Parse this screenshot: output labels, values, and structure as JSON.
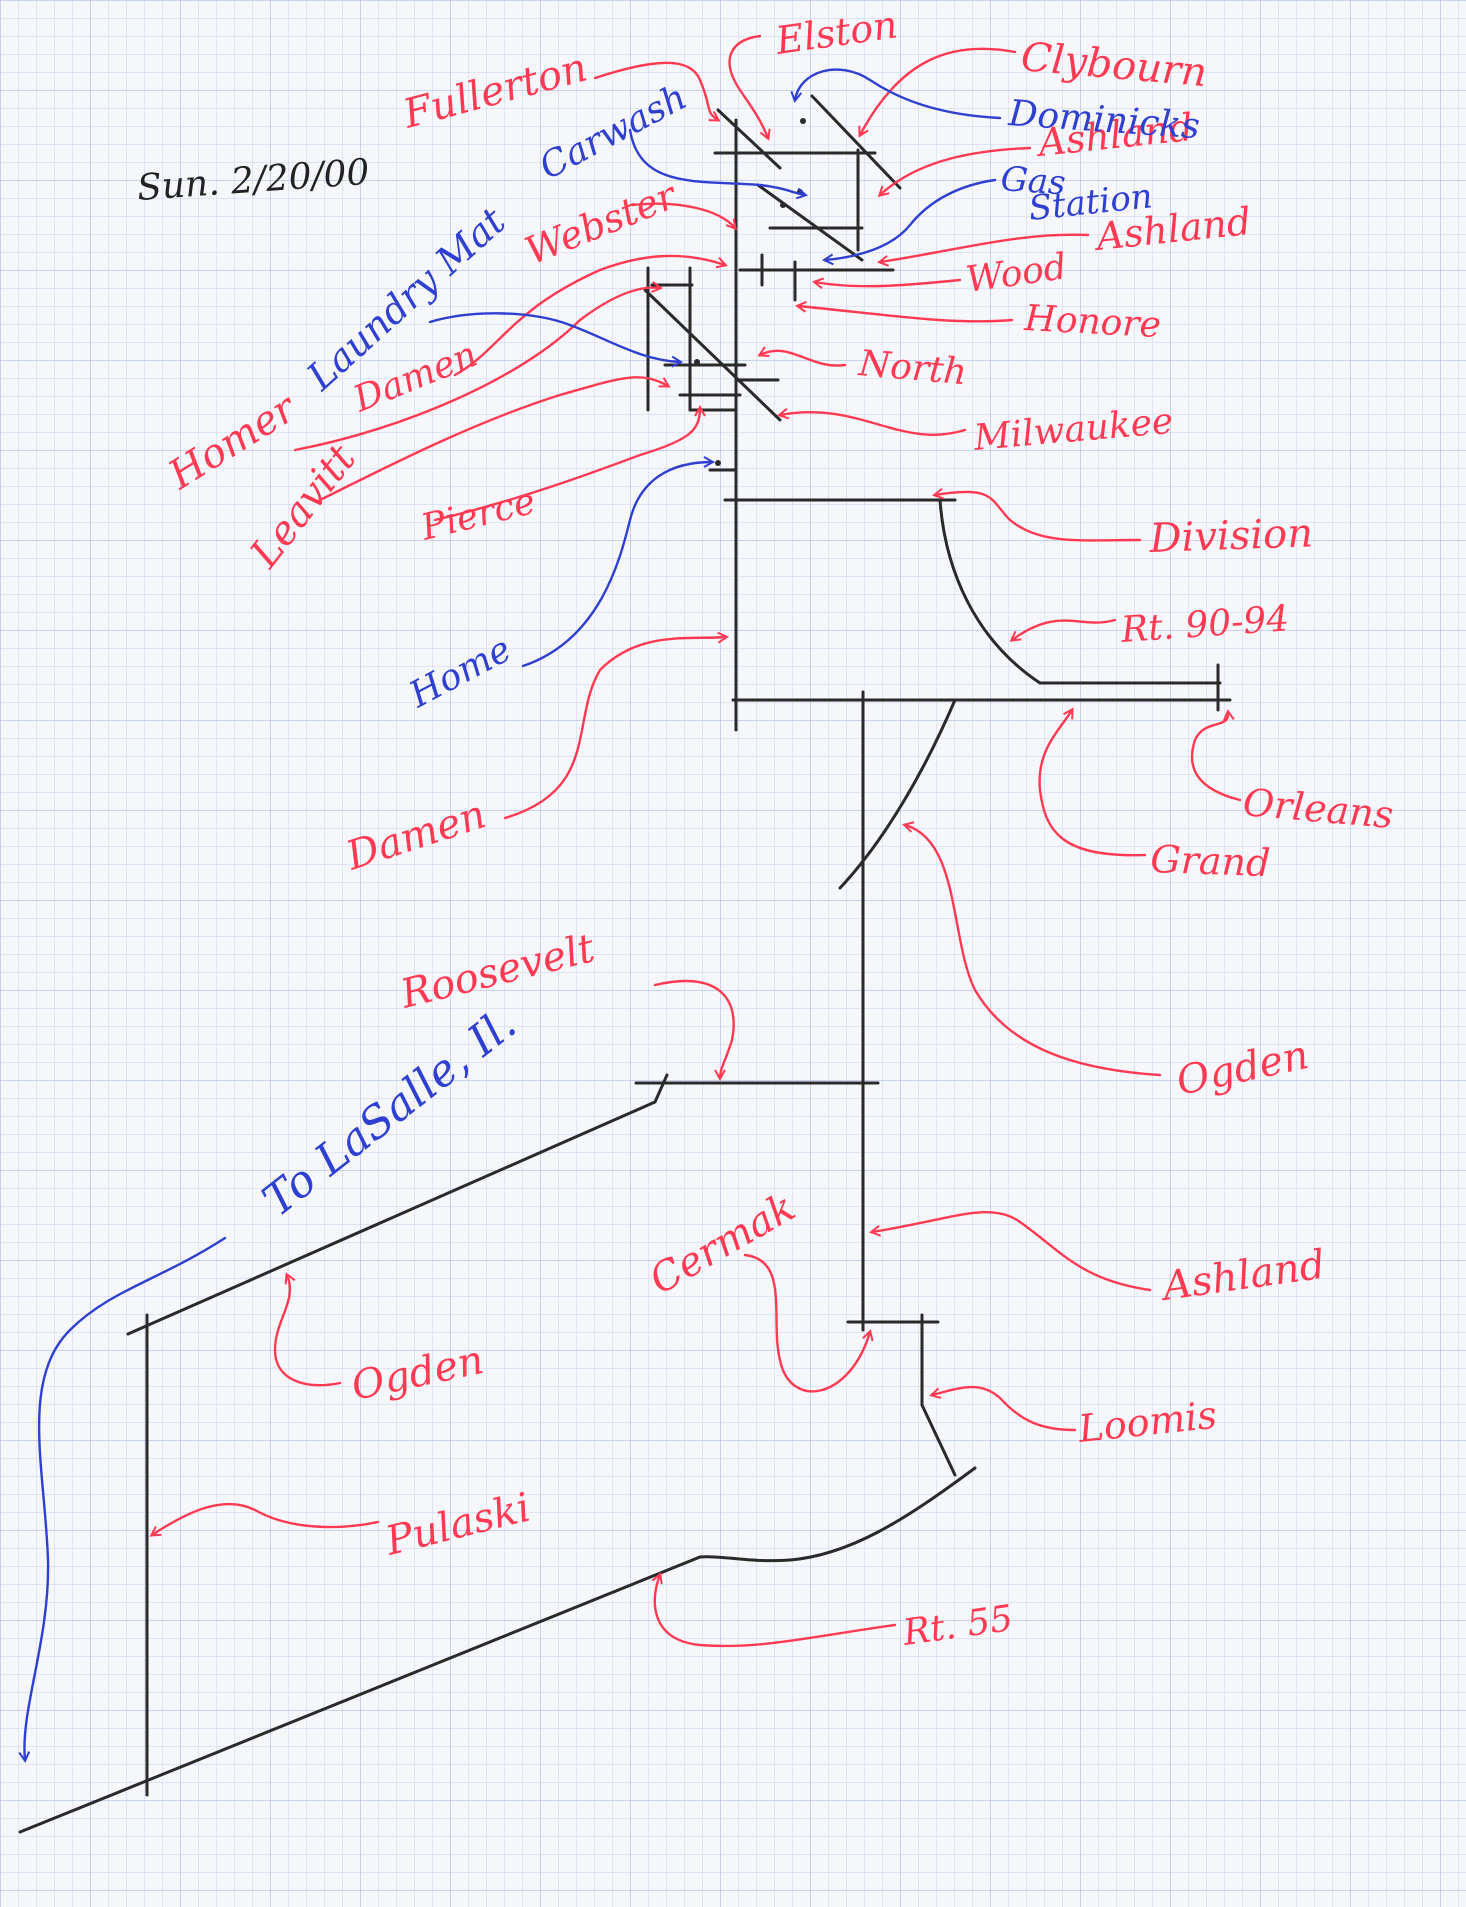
{
  "colors": {
    "paper": "#f6f7fb",
    "grid": "#b9c4e6",
    "road": "#2a2a2a",
    "note": "#ff3a52",
    "place": "#2f3fd0",
    "date": "#222222"
  },
  "date_note": "Sun. 2/20/00",
  "streets": [
    {
      "id": "fullerton",
      "text": "Fullerton"
    },
    {
      "id": "elston",
      "text": "Elston"
    },
    {
      "id": "clybourn",
      "text": "Clybourn"
    },
    {
      "id": "ashland-top",
      "text": "Ashland"
    },
    {
      "id": "ashland-mid",
      "text": "Ashland"
    },
    {
      "id": "webster",
      "text": "Webster"
    },
    {
      "id": "wood",
      "text": "Wood"
    },
    {
      "id": "honore",
      "text": "Honore"
    },
    {
      "id": "north",
      "text": "North"
    },
    {
      "id": "damen-top",
      "text": "Damen"
    },
    {
      "id": "homer",
      "text": "Homer"
    },
    {
      "id": "milwaukee",
      "text": "Milwaukee"
    },
    {
      "id": "leavitt",
      "text": "Leavitt"
    },
    {
      "id": "pierce",
      "text": "Pierce"
    },
    {
      "id": "division",
      "text": "Division"
    },
    {
      "id": "rt-90-94",
      "text": "Rt. 90-94"
    },
    {
      "id": "damen",
      "text": "Damen"
    },
    {
      "id": "orleans",
      "text": "Orleans"
    },
    {
      "id": "grand",
      "text": "Grand"
    },
    {
      "id": "roosevelt",
      "text": "Roosevelt"
    },
    {
      "id": "ogden",
      "text": "Ogden"
    },
    {
      "id": "ashland",
      "text": "Ashland"
    },
    {
      "id": "cermak",
      "text": "Cermak"
    },
    {
      "id": "loomis",
      "text": "Loomis"
    },
    {
      "id": "ogden-sw",
      "text": "Ogden"
    },
    {
      "id": "pulaski",
      "text": "Pulaski"
    },
    {
      "id": "rt-55",
      "text": "Rt. 55"
    }
  ],
  "places": [
    {
      "id": "dominicks",
      "text": "Dominicks"
    },
    {
      "id": "carwash",
      "text": "Carwash"
    },
    {
      "id": "gas",
      "text": "Gas"
    },
    {
      "id": "station",
      "text": "Station"
    },
    {
      "id": "laundry-mat",
      "text": "Laundry Mat"
    },
    {
      "id": "home",
      "text": "Home"
    },
    {
      "id": "to-lasalle",
      "text": "To LaSalle, Il."
    }
  ]
}
